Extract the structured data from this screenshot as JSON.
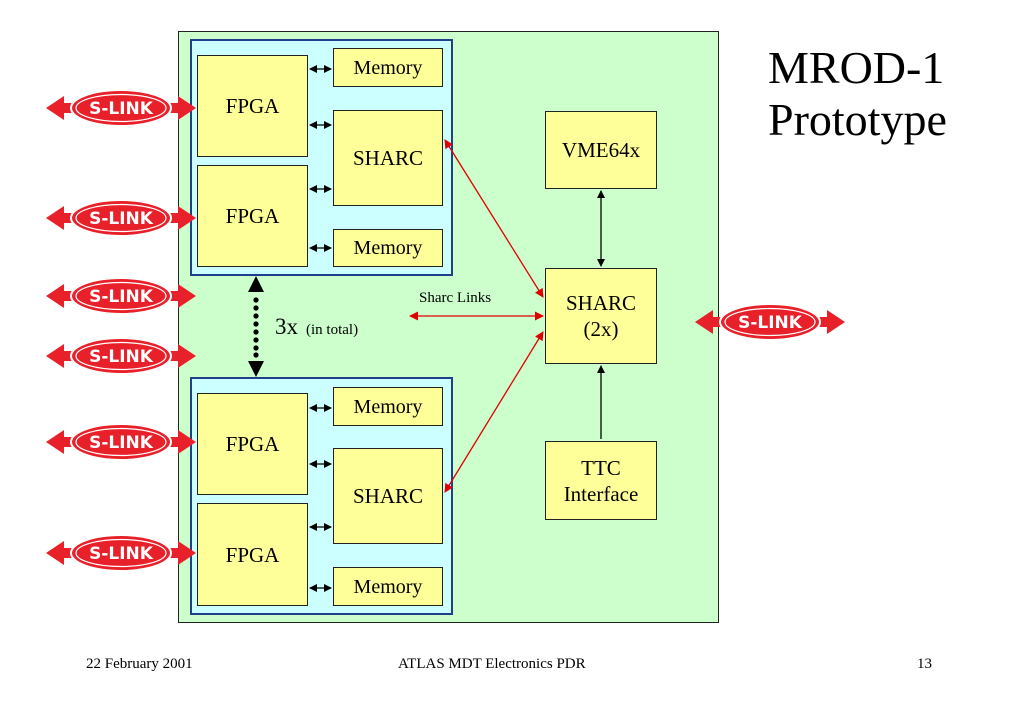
{
  "title": {
    "line1": "MROD-1",
    "line2": "Prototype"
  },
  "blocks": {
    "fpga": "FPGA",
    "memory": "Memory",
    "sharc": "SHARC",
    "vme": "VME64x",
    "sharc_main_line1": "SHARC",
    "sharc_main_line2": "(2x)",
    "ttc_line1": "TTC",
    "ttc_line2": "Interface"
  },
  "labels": {
    "sharc_links": "Sharc Links",
    "multiplier": "3x",
    "multiplier_note": "(in total)"
  },
  "slink": {
    "label": "S-LINK"
  },
  "footer": {
    "date": "22 February 2001",
    "event": "ATLAS MDT Electronics PDR",
    "page": "13"
  },
  "colors": {
    "board": "#ccffcc",
    "group": "#ccffff",
    "block": "#ffff99",
    "slink": "#e8202a",
    "link_line": "#e00000"
  }
}
